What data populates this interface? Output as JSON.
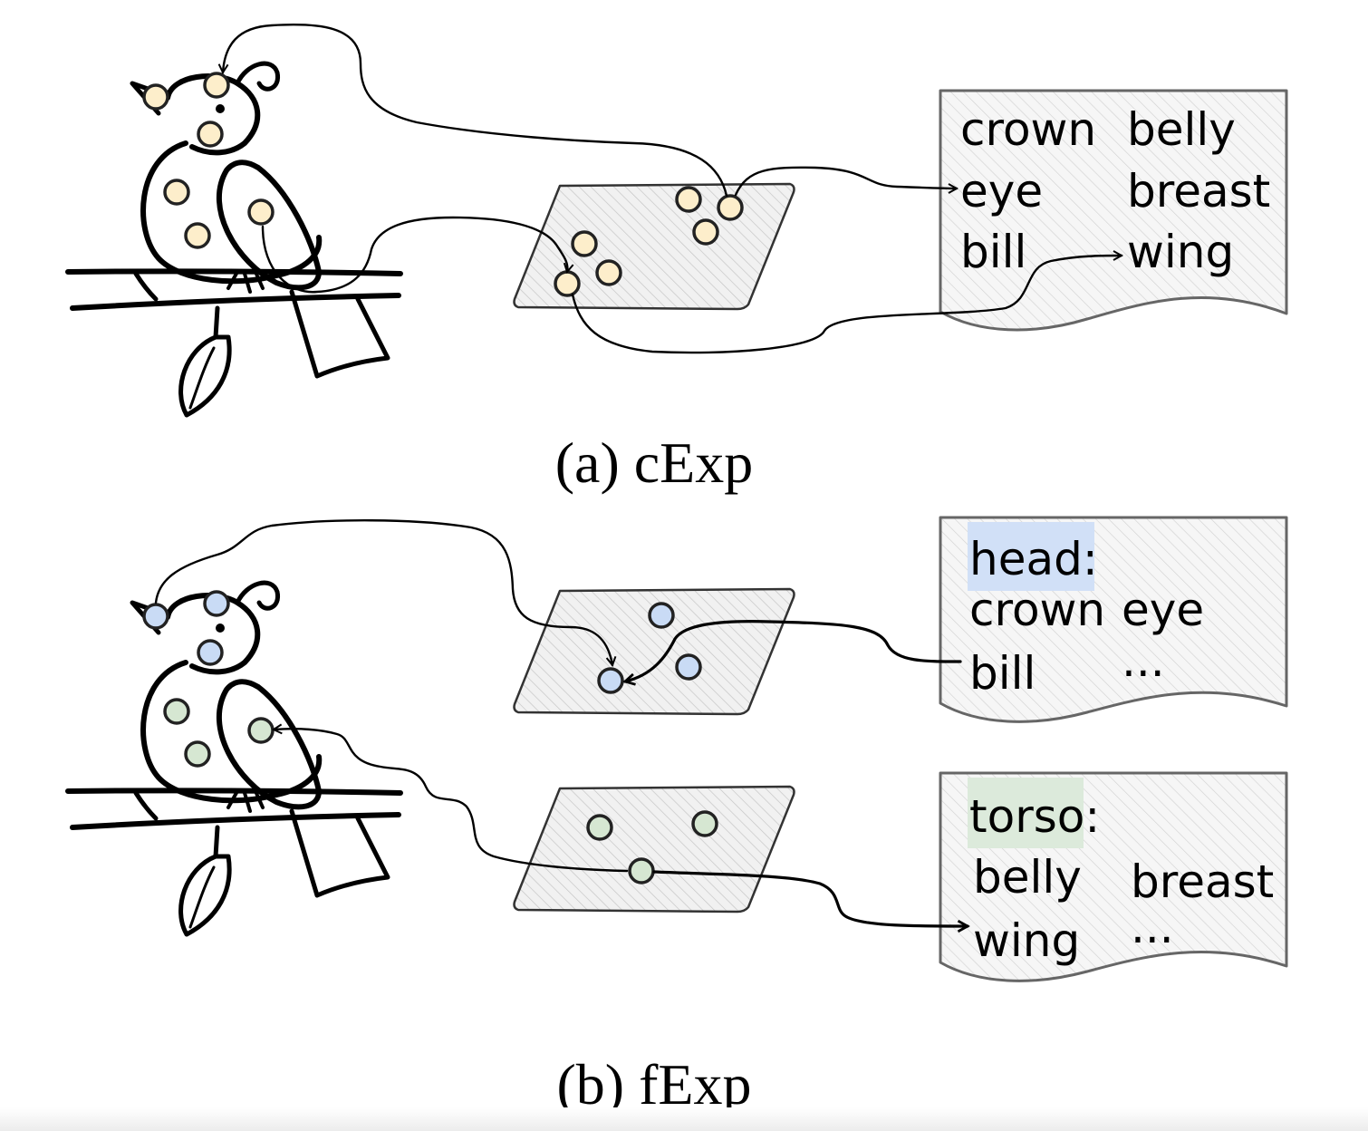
{
  "panels": [
    {
      "caption": "(a) cExp",
      "doc": {
        "words": [
          "crown",
          "belly",
          "eye",
          "breast",
          "bill",
          "wing"
        ]
      }
    },
    {
      "caption": "(b) fExp",
      "doc_head": {
        "heading": "head:",
        "words": [
          "crown",
          "eye",
          "bill",
          "..."
        ]
      },
      "doc_torso": {
        "heading": "torso:",
        "words": [
          "belly",
          "breast",
          "wing",
          "..."
        ]
      }
    }
  ],
  "colors": {
    "concept_dot": "#fdeecb",
    "head_dot": "#c9dbf5",
    "torso_dot": "#d6e7d2",
    "head_highlight": "#d1e0f7",
    "torso_highlight": "#dceadb",
    "hatch": "#c4c4c4"
  }
}
